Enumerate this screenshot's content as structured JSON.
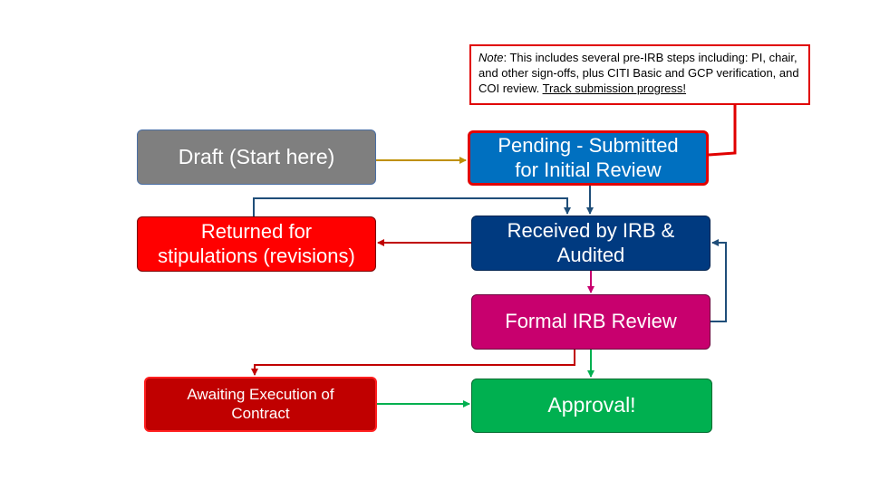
{
  "boxes": {
    "draft": "Draft (Start here)",
    "pending_line1": "Pending - Submitted",
    "pending_line2": "for Initial Review",
    "returned_line1": "Returned for",
    "returned_line2": "stipulations (revisions)",
    "received_line1": "Received by IRB &",
    "received_line2": "Audited",
    "formal": "Formal IRB Review",
    "awaiting_line1": "Awaiting Execution of",
    "awaiting_line2": "Contract",
    "approval": "Approval!"
  },
  "note": {
    "label": "Note",
    "text": ": This includes several pre-IRB steps including: PI, chair, and other sign-offs, plus CITI Basic and GCP verification, and COI review. ",
    "link": "Track submission progress!"
  },
  "colors": {
    "draft": "#7f7f7f",
    "pending": "#0070c0",
    "returned": "#ff0000",
    "received": "#003a80",
    "formal": "#c8006e",
    "awaiting": "#c00000",
    "approval": "#00b050",
    "note_border": "#e00000"
  }
}
